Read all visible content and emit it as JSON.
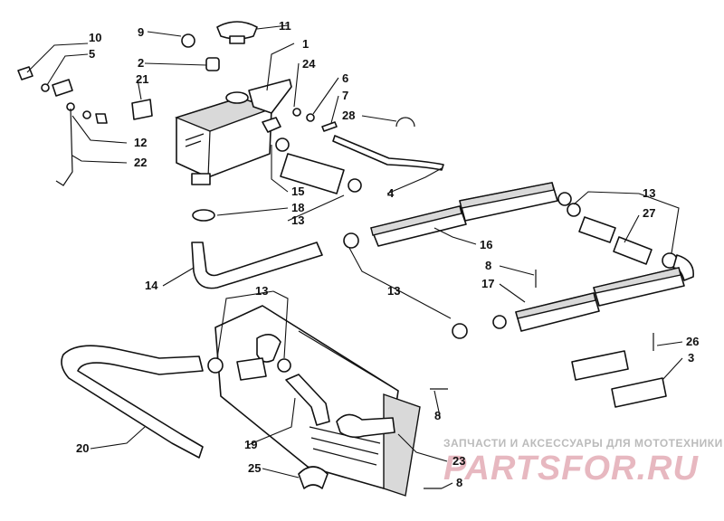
{
  "diagram": {
    "callouts": {
      "c10": "10",
      "c5": "5",
      "c9": "9",
      "c11": "11",
      "c1": "1",
      "c2": "2",
      "c24": "24",
      "c21": "21",
      "c6": "6",
      "c7": "7",
      "c28": "28",
      "c12": "12",
      "c22": "22",
      "c15": "15",
      "c18": "18",
      "c13a": "13",
      "c4": "4",
      "c13b": "13",
      "c27": "27",
      "c16": "16",
      "c8a": "8",
      "c17": "17",
      "c14": "14",
      "c13c": "13",
      "c13d": "13",
      "c26": "26",
      "c3": "3",
      "c8b": "8",
      "c20": "20",
      "c19": "19",
      "c23": "23",
      "c25": "25",
      "c8c": "8"
    }
  },
  "watermark": {
    "tagline": "ЗАПЧАСТИ И АКСЕССУАРЫ ДЛЯ МОТОТЕХНИКИ",
    "logo": "PARTSFOR.RU"
  }
}
